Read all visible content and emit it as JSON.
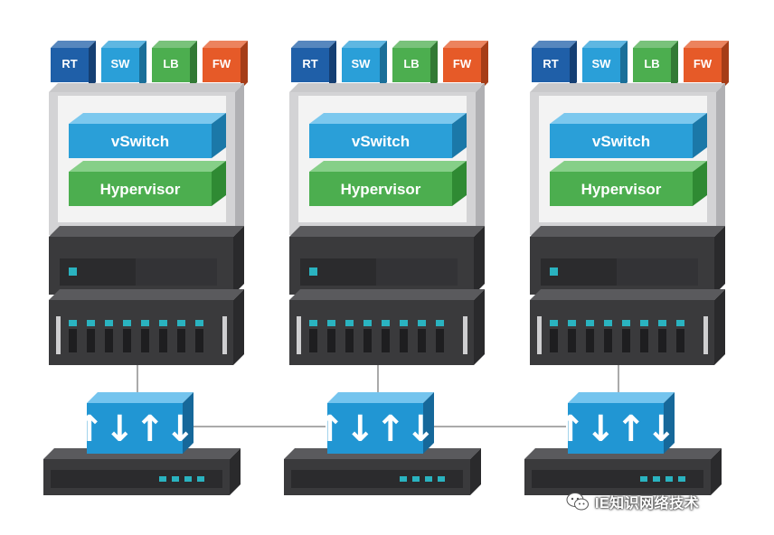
{
  "services": [
    {
      "label": "RT",
      "color": "#1f5fa8",
      "side": "#153f73"
    },
    {
      "label": "SW",
      "color": "#2a9fd8",
      "side": "#1a6f99"
    },
    {
      "label": "LB",
      "color": "#4cae4f",
      "side": "#327a35"
    },
    {
      "label": "FW",
      "color": "#e65a28",
      "side": "#a63d18"
    }
  ],
  "layers": {
    "vswitch": "vSwitch",
    "hypervisor": "Hypervisor"
  },
  "switch_arrows": "↑↓↑↓",
  "watermark": "IE知识网络技术",
  "colors": {
    "vswitch": "#2a9fd8",
    "hypervisor": "#4cae4f",
    "server_dark": "#3a3a3c",
    "switch_blue": "#2196d3",
    "link": "#aaaaaa"
  },
  "icons": [
    "wechat-icon",
    "arrows-icon"
  ]
}
